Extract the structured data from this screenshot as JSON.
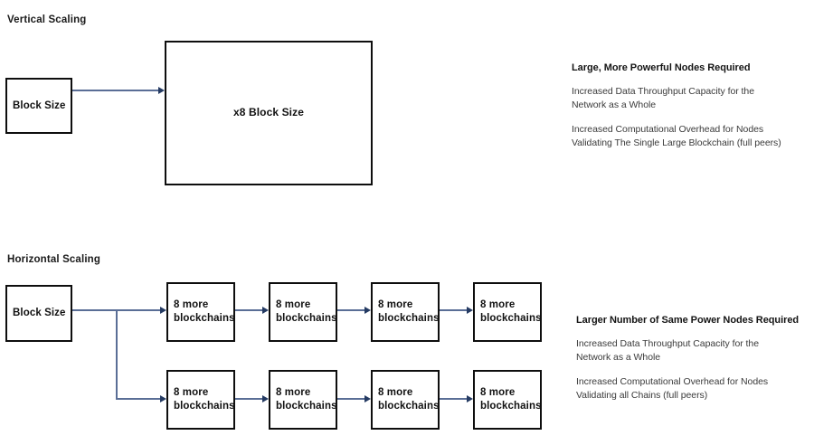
{
  "diagram": {
    "background_color": "#ffffff",
    "box_border_color": "#0e0e0e",
    "connector_color": "#5a6e96",
    "arrowhead_color": "#243a62"
  },
  "vertical_section": {
    "title": "Vertical Scaling",
    "source_box": {
      "label": "Block Size"
    },
    "target_box": {
      "label": "x8 Block Size"
    },
    "annotation": {
      "heading": "Large, More Powerful Nodes Required",
      "paragraphs": [
        "Increased Data Throughput Capacity for the\nNetwork as a Whole",
        "Increased Computational Overhead for Nodes\nValidating The Single Large Blockchain (full peers)"
      ]
    }
  },
  "horizontal_section": {
    "title": "Horizontal Scaling",
    "source_box": {
      "label": "Block Size"
    },
    "chain_top": [
      {
        "label": "8 more\nblockchains"
      },
      {
        "label": "8 more\nblockchains"
      },
      {
        "label": "8 more\nblockchains"
      },
      {
        "label": "8 more\nblockchains"
      }
    ],
    "chain_bottom": [
      {
        "label": "8 more\nblockchains"
      },
      {
        "label": "8 more\nblockchains"
      },
      {
        "label": "8 more\nblockchains"
      },
      {
        "label": "8 more\nblockchains"
      }
    ],
    "annotation": {
      "heading": "Larger Number of Same Power Nodes Required",
      "paragraphs": [
        "Increased Data Throughput Capacity for the\nNetwork as a Whole",
        "Increased Computational Overhead for Nodes\nValidating all Chains (full peers)"
      ]
    }
  }
}
